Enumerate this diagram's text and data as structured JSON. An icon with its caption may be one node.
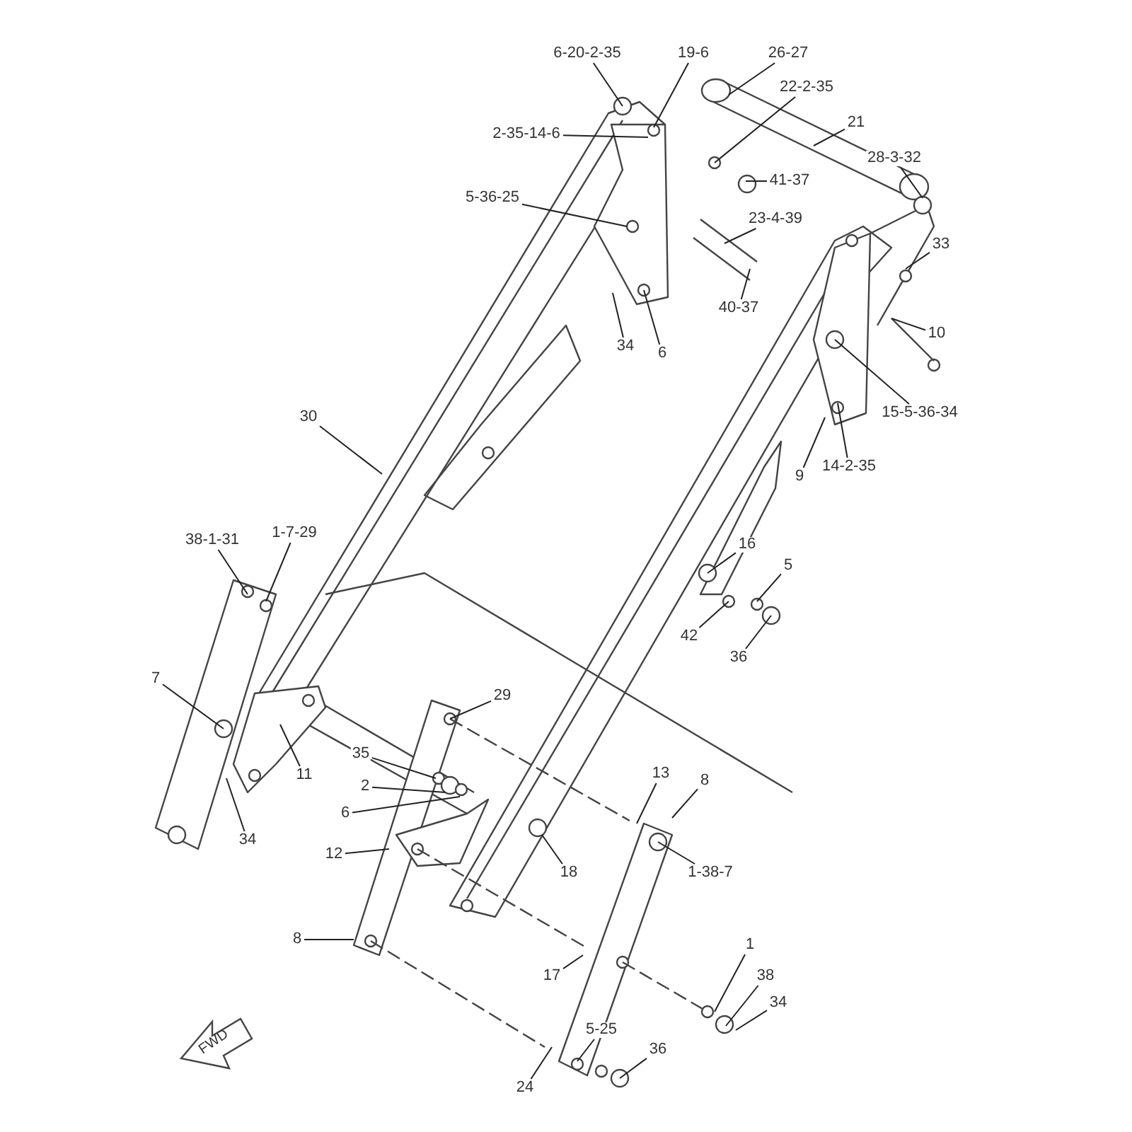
{
  "diagram": {
    "nodes": [
      {
        "text": [
          "6-20-2-35"
        ]
      },
      {
        "text": [
          "19-6"
        ]
      },
      {
        "text": [
          "26-27"
        ]
      },
      {
        "text": [
          "22-2-35"
        ]
      },
      {
        "text": [
          "21"
        ]
      },
      {
        "text": [
          "2-35-14-6"
        ]
      },
      {
        "text": [
          "28-3-32"
        ]
      },
      {
        "text": [
          "41-37"
        ]
      },
      {
        "text": [
          "5-36-25"
        ]
      },
      {
        "text": [
          "23-4-39"
        ]
      },
      {
        "text": [
          "33"
        ]
      },
      {
        "text": [
          "40-37"
        ]
      },
      {
        "text": [
          "34"
        ]
      },
      {
        "text": [
          "6"
        ]
      },
      {
        "text": [
          "10"
        ]
      },
      {
        "text": [
          "30"
        ]
      },
      {
        "text": [
          "15-5-36-34"
        ]
      },
      {
        "text": [
          "14-2-35"
        ]
      },
      {
        "text": [
          "9"
        ]
      },
      {
        "text": [
          "38-1-31"
        ]
      },
      {
        "text": [
          "1-7-29"
        ]
      },
      {
        "text": [
          "16"
        ]
      },
      {
        "text": [
          "5"
        ]
      },
      {
        "text": [
          "42"
        ]
      },
      {
        "text": [
          "36"
        ]
      },
      {
        "text": [
          "7"
        ]
      },
      {
        "text": [
          "11"
        ]
      },
      {
        "text": [
          "29"
        ]
      },
      {
        "text": [
          "35"
        ]
      },
      {
        "text": [
          "2"
        ]
      },
      {
        "text": [
          "6"
        ]
      },
      {
        "text": [
          "34"
        ]
      },
      {
        "text": [
          "13"
        ]
      },
      {
        "text": [
          "8"
        ]
      },
      {
        "text": [
          "12"
        ]
      },
      {
        "text": [
          "18"
        ]
      },
      {
        "text": [
          "1-38-7"
        ]
      },
      {
        "text": [
          "8"
        ]
      },
      {
        "text": [
          "17"
        ]
      },
      {
        "text": [
          "1"
        ]
      },
      {
        "text": [
          "38"
        ]
      },
      {
        "text": [
          "34"
        ]
      },
      {
        "text": [
          "5-25"
        ]
      },
      {
        "text": [
          "36"
        ]
      },
      {
        "text": [
          "24"
        ]
      }
    ],
    "edges": [
      {
        "from": 0,
        "to": null,
        "arrow": "none"
      },
      {
        "from": 1,
        "to": null,
        "arrow": "none"
      },
      {
        "from": 2,
        "to": null,
        "arrow": "none"
      },
      {
        "from": 3,
        "to": null,
        "arrow": "none"
      },
      {
        "from": 4,
        "to": null,
        "arrow": "none"
      },
      {
        "from": 5,
        "to": null,
        "arrow": "none"
      },
      {
        "from": 6,
        "to": null,
        "arrow": "none"
      },
      {
        "from": 7,
        "to": null,
        "arrow": "none"
      },
      {
        "from": 8,
        "to": null,
        "arrow": "none"
      },
      {
        "from": 9,
        "to": null,
        "arrow": "none"
      },
      {
        "from": 10,
        "to": null,
        "arrow": "none"
      },
      {
        "from": 11,
        "to": null,
        "arrow": "none"
      },
      {
        "from": 12,
        "to": null,
        "arrow": "none"
      },
      {
        "from": 13,
        "to": null,
        "arrow": "none"
      },
      {
        "from": 14,
        "to": null,
        "arrow": "none"
      },
      {
        "from": 15,
        "to": null,
        "arrow": "none"
      },
      {
        "from": 16,
        "to": null,
        "arrow": "none"
      },
      {
        "from": 17,
        "to": null,
        "arrow": "none"
      },
      {
        "from": 18,
        "to": null,
        "arrow": "none"
      },
      {
        "from": 19,
        "to": null,
        "arrow": "none"
      },
      {
        "from": 20,
        "to": null,
        "arrow": "none"
      },
      {
        "from": 21,
        "to": null,
        "arrow": "none"
      },
      {
        "from": 22,
        "to": null,
        "arrow": "none"
      },
      {
        "from": 23,
        "to": null,
        "arrow": "none"
      },
      {
        "from": 24,
        "to": null,
        "arrow": "none"
      },
      {
        "from": 25,
        "to": null,
        "arrow": "none"
      },
      {
        "from": 26,
        "to": null,
        "arrow": "none"
      },
      {
        "from": 27,
        "to": null,
        "arrow": "none"
      },
      {
        "from": 28,
        "to": null,
        "arrow": "none"
      },
      {
        "from": 29,
        "to": null,
        "arrow": "none"
      },
      {
        "from": 30,
        "to": null,
        "arrow": "none"
      },
      {
        "from": 31,
        "to": null,
        "arrow": "none"
      },
      {
        "from": 32,
        "to": null,
        "arrow": "none"
      },
      {
        "from": 33,
        "to": null,
        "arrow": "none"
      },
      {
        "from": 34,
        "to": null,
        "arrow": "none"
      },
      {
        "from": 35,
        "to": null,
        "arrow": "none"
      },
      {
        "from": 36,
        "to": null,
        "arrow": "none"
      },
      {
        "from": 37,
        "to": null,
        "arrow": "none"
      },
      {
        "from": 38,
        "to": null,
        "arrow": "none"
      },
      {
        "from": 39,
        "to": null,
        "arrow": "none"
      },
      {
        "from": 40,
        "to": null,
        "arrow": "none"
      },
      {
        "from": 41,
        "to": null,
        "arrow": "none"
      },
      {
        "from": 42,
        "to": null,
        "arrow": "none"
      },
      {
        "from": 43,
        "to": null,
        "arrow": "none"
      },
      {
        "from": 44,
        "to": null,
        "arrow": "none"
      }
    ],
    "labels": [
      "FWD"
    ]
  }
}
